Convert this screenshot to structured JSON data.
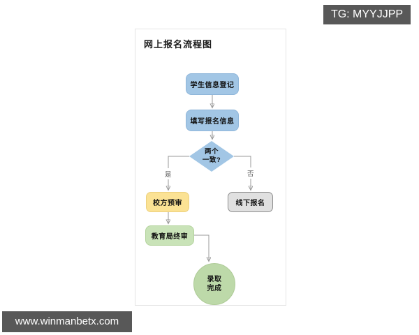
{
  "badges": {
    "telegram": {
      "label": "TG: MYYJJPP",
      "bg": "#585858",
      "fg": "#ffffff"
    },
    "website": {
      "label": "www.winmanbetx.com",
      "bg": "#585858",
      "fg": "#ffffff"
    }
  },
  "flowchart": {
    "title": "网上报名流程图",
    "nodes": {
      "start": {
        "label": "学生信息登记",
        "shape": "rounded-rect",
        "fill": "#a2c6e5"
      },
      "fill_info": {
        "label": "填写报名信息",
        "shape": "rounded-rect",
        "fill": "#a2c6e5"
      },
      "decision": {
        "label": "两个\n一致?",
        "shape": "diamond",
        "fill": "#a2c6e5"
      },
      "school_review": {
        "label": "校方预审",
        "shape": "rounded-rect",
        "fill": "#fbe294"
      },
      "offline_signup": {
        "label": "线下报名",
        "shape": "rounded-rect",
        "fill": "#e0e0e0"
      },
      "bureau_review": {
        "label": "教育局终审",
        "shape": "rounded-rect",
        "fill": "#c9e3b8"
      },
      "complete": {
        "label": "录取\n完成",
        "shape": "circle",
        "fill": "#bdd9a9"
      }
    },
    "edge_labels": {
      "yes": "是",
      "no": "否"
    },
    "line_color": "#999999"
  }
}
